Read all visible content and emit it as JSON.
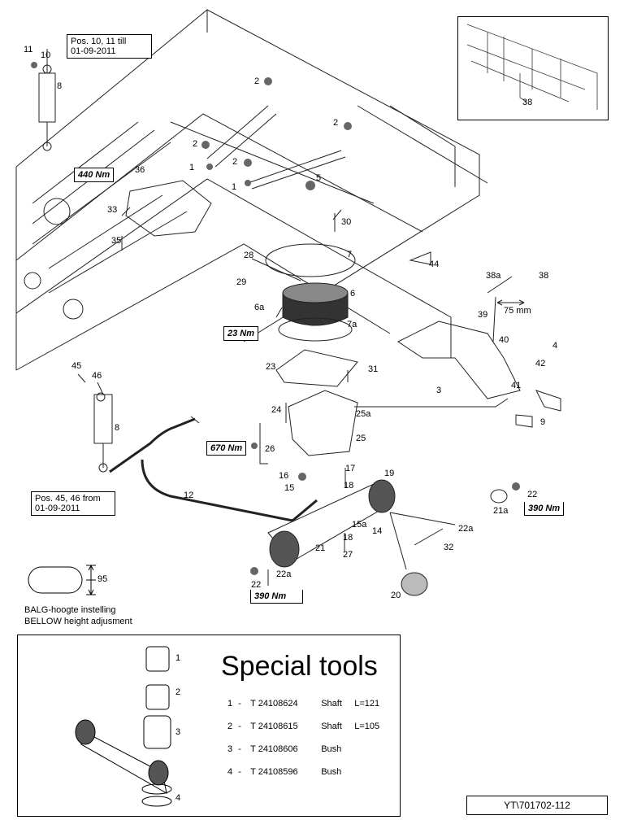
{
  "notes": {
    "pos_10_11": [
      "Pos. 10, 11 till",
      "01-09-2011"
    ],
    "pos_45_46": [
      "Pos. 45, 46 from",
      "01-09-2011"
    ]
  },
  "torques": {
    "t440": "440 Nm",
    "t23": "23 Nm",
    "t670": "670 Nm",
    "t390a": "390 Nm",
    "t390b": "390 Nm"
  },
  "dimension": {
    "spacing": "75 mm",
    "bellow_height": "95"
  },
  "bellow": {
    "line1": "BALG-hoogte instelling",
    "line2": "BELLOW height adjusment"
  },
  "parts": {
    "p11": "11",
    "p10": "10",
    "p8a": "8",
    "p2a": "2",
    "p2b": "2",
    "p2c": "2",
    "p2d": "2",
    "p1a": "1",
    "p1b": "1",
    "p36": "36",
    "p5": "5",
    "p33": "33",
    "p30": "30",
    "p35": "35",
    "p28": "28",
    "p7": "7",
    "p29": "29",
    "p6": "6",
    "p6a": "6a",
    "p7a": "7a",
    "p44": "44",
    "p38a": "38a",
    "p38": "38",
    "p38i": "38",
    "p39": "39",
    "p40": "40",
    "p4": "4",
    "p42": "42",
    "p41": "41",
    "p3": "3",
    "p9": "9",
    "p23": "23",
    "p31": "31",
    "p45": "45",
    "p46": "46",
    "p24": "24",
    "p25a": "25a",
    "p8b": "8",
    "p25": "25",
    "p26": "26",
    "p17": "17",
    "p19": "19",
    "p16": "16",
    "p15": "15",
    "p18a": "18",
    "p12": "12",
    "p22a": "22",
    "p21a": "21a",
    "p15a": "15a",
    "p14": "14",
    "p22b": "22a",
    "p18b": "18",
    "p21": "21",
    "p27": "27",
    "p32": "32",
    "p22c": "22",
    "p22d": "22a",
    "p20": "20"
  },
  "special_tools": {
    "title": "Special tools",
    "items": [
      {
        "no": "1",
        "dash": "-",
        "part": "T 24108624",
        "name": "Shaft",
        "spec": "L=121"
      },
      {
        "no": "2",
        "dash": "-",
        "part": "T 24108615",
        "name": "Shaft",
        "spec": "L=105"
      },
      {
        "no": "3",
        "dash": "-",
        "part": "T 24108606",
        "name": "Bush",
        "spec": ""
      },
      {
        "no": "4",
        "dash": "-",
        "part": "T 24108596",
        "name": "Bush",
        "spec": ""
      }
    ],
    "figure_labels": [
      "1",
      "2",
      "3",
      "4"
    ]
  },
  "reference": "YT\\701702-112"
}
